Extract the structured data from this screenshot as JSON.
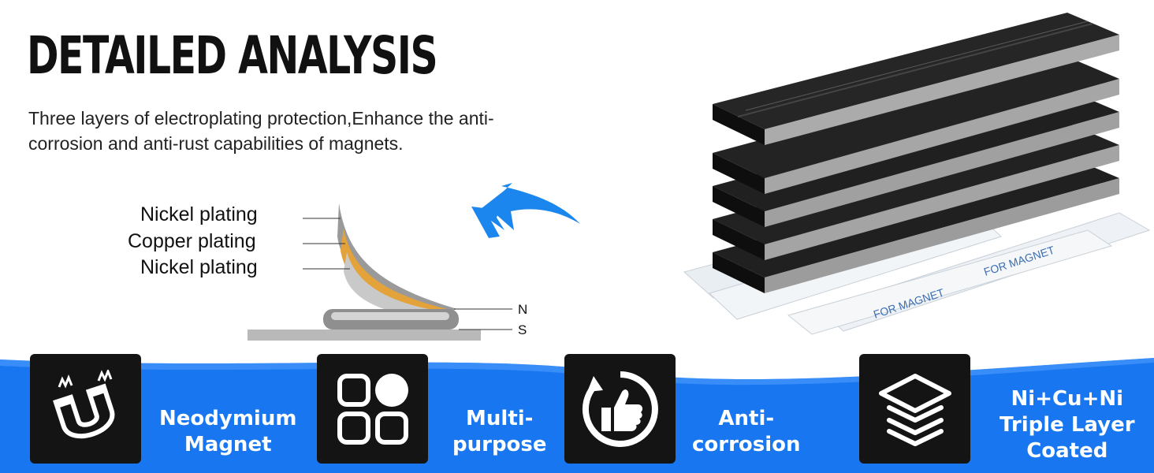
{
  "header": {
    "title": "DETAILED ANALYSIS",
    "description": "Three layers of electroplating protection,Enhance the anti-corrosion and anti-rust capabilities of magnets."
  },
  "diagram": {
    "layers": [
      "Nickel plating",
      "Copper plating",
      "Nickel plating"
    ],
    "poles": {
      "north": "N",
      "south": "S"
    }
  },
  "product": {
    "tape_text": "FOR MAGNET"
  },
  "features": [
    {
      "label_lines": [
        "Neodymium",
        "Magnet"
      ],
      "icon": "horseshoe-magnet-icon"
    },
    {
      "label_lines": [
        "Multi-",
        "purpose"
      ],
      "icon": "grid-shapes-icon"
    },
    {
      "label_lines": [
        "Anti-",
        "corrosion"
      ],
      "icon": "thumbs-up-icon"
    },
    {
      "label_lines": [
        "Ni+Cu+Ni",
        "Triple Layer",
        "Coated"
      ],
      "icon": "layers-icon"
    }
  ],
  "colors": {
    "band": "#1877f0",
    "tile": "#141414",
    "arrow": "#1a86ee",
    "copper": "#e3a33a"
  }
}
